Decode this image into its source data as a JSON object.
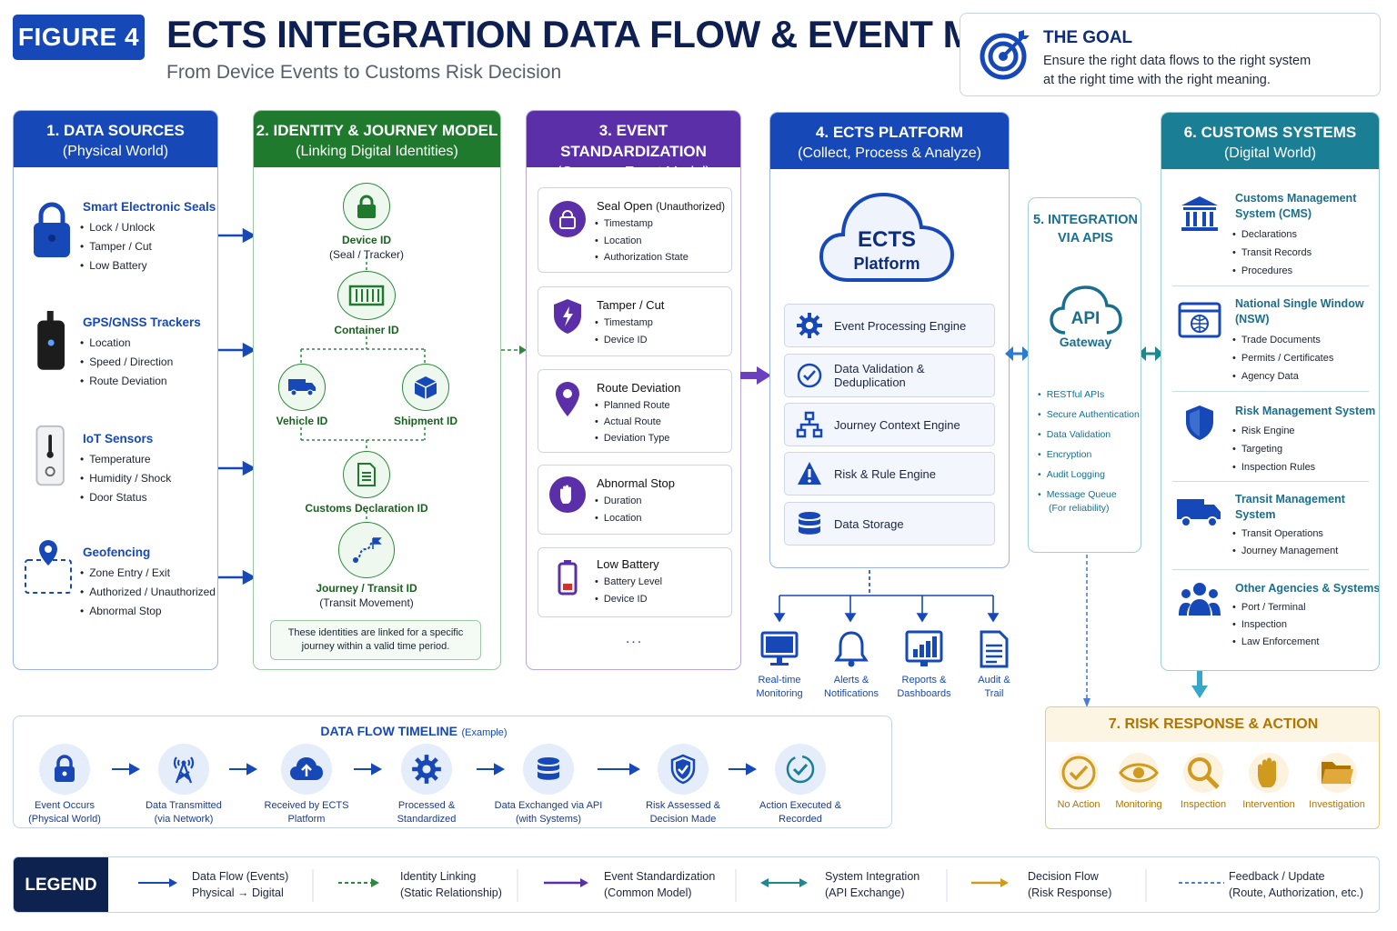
{
  "header": {
    "badge": "FIGURE 4",
    "title": "ECTS INTEGRATION DATA FLOW & EVENT MODEL",
    "subtitle": "From Device Events to Customs Risk Decision"
  },
  "goal": {
    "title": "THE GOAL",
    "line1": "Ensure the right data flows to the right system",
    "line2": "at the right time with the right meaning.",
    "icon": "target-icon"
  },
  "sources": {
    "title": "1. DATA SOURCES",
    "subtitle": "(Physical World)",
    "color": "#1648b8",
    "items": [
      {
        "title": "Smart Electronic Seals",
        "bullets": [
          "Lock / Unlock",
          "Tamper / Cut",
          "Low Battery"
        ],
        "icon": "padlock-icon"
      },
      {
        "title": "GPS/GNSS Trackers",
        "bullets": [
          "Location",
          "Speed / Direction",
          "Route Deviation"
        ],
        "icon": "tracker-icon"
      },
      {
        "title": "IoT Sensors",
        "bullets": [
          "Temperature",
          "Humidity / Shock",
          "Door Status"
        ],
        "icon": "sensor-icon"
      },
      {
        "title": "Geofencing",
        "bullets": [
          "Zone Entry / Exit",
          "Authorized / Unauthorized",
          "Abnormal Stop"
        ],
        "icon": "geofence-icon"
      }
    ]
  },
  "identity": {
    "title": "2. IDENTITY & JOURNEY MODEL",
    "subtitle": "(Linking Digital Identities)",
    "color": "#1f7a2e",
    "device": {
      "label": "Device ID",
      "sub": "(Seal / Tracker)"
    },
    "container": {
      "label": "Container ID"
    },
    "vehicle": {
      "label": "Vehicle ID"
    },
    "shipment": {
      "label": "Shipment ID"
    },
    "declaration": {
      "label": "Customs Declaration ID"
    },
    "journey": {
      "label": "Journey / Transit ID",
      "sub": "(Transit Movement)"
    },
    "note": "These identities are linked for a specific journey within a valid time period."
  },
  "events": {
    "title": "3. EVENT STANDARDIZATION",
    "subtitle": "(Common Event Model)",
    "color": "#5b2fa8",
    "cards": [
      {
        "title": "Seal Open",
        "qualifier": "(Unauthorized)",
        "fields": [
          "Timestamp",
          "Location",
          "Authorization State"
        ],
        "icon": "padlock-icon"
      },
      {
        "title": "Tamper / Cut",
        "qualifier": "",
        "fields": [
          "Timestamp",
          "Device ID"
        ],
        "icon": "shield-bolt-icon"
      },
      {
        "title": "Route Deviation",
        "qualifier": "",
        "fields": [
          "Planned Route",
          "Actual Route",
          "Deviation Type"
        ],
        "icon": "map-pin-icon"
      },
      {
        "title": "Abnormal Stop",
        "qualifier": "",
        "fields": [
          "Duration",
          "Location"
        ],
        "icon": "hand-stop-icon"
      },
      {
        "title": "Low Battery",
        "qualifier": "",
        "fields": [
          "Battery Level",
          "Device ID"
        ],
        "icon": "battery-icon"
      }
    ],
    "more": "..."
  },
  "platform": {
    "title": "4. ECTS PLATFORM",
    "subtitle": "(Collect, Process & Analyze)",
    "color": "#1648b8",
    "cloud_l1": "ECTS",
    "cloud_l2": "Platform",
    "engines": [
      "Event Processing Engine",
      "Data Validation & Deduplication",
      "Journey Context Engine",
      "Risk & Rule Engine",
      "Data Storage"
    ],
    "outputs": [
      {
        "l1": "Real-time",
        "l2": "Monitoring",
        "icon": "monitor-icon"
      },
      {
        "l1": "Alerts &",
        "l2": "Notifications",
        "icon": "bell-icon"
      },
      {
        "l1": "Reports &",
        "l2": "Dashboards",
        "icon": "chart-icon"
      },
      {
        "l1": "Audit &",
        "l2": "Trail",
        "icon": "document-icon"
      }
    ]
  },
  "integration": {
    "title_l1": "5. INTEGRATION",
    "title_l2": "VIA APIS",
    "cloud": "API",
    "gateway": "Gateway",
    "features": [
      "RESTful APIs",
      "Secure Authentication",
      "Data Validation",
      "Encryption",
      "Audit Logging",
      "Message Queue"
    ],
    "queue_note": "(For reliability)"
  },
  "customs": {
    "title": "6. CUSTOMS SYSTEMS",
    "subtitle": "(Digital World)",
    "color": "#1a7f95",
    "items": [
      {
        "title": "Customs Management System (CMS)",
        "bullets": [
          "Declarations",
          "Transit Records",
          "Procedures"
        ],
        "icon": "building-icon"
      },
      {
        "title": "National Single Window (NSW)",
        "bullets": [
          "Trade Documents",
          "Permits / Certificates",
          "Agency Data"
        ],
        "icon": "globe-window-icon"
      },
      {
        "title": "Risk Management System",
        "bullets": [
          "Risk Engine",
          "Targeting",
          "Inspection Rules"
        ],
        "icon": "shield-icon"
      },
      {
        "title": "Transit Management System",
        "bullets": [
          "Transit Operations",
          "Journey Management"
        ],
        "icon": "truck-icon"
      },
      {
        "title": "Other Agencies & Systems",
        "bullets": [
          "Port / Terminal",
          "Inspection",
          "Law Enforcement"
        ],
        "icon": "people-icon"
      }
    ]
  },
  "risk": {
    "title": "7. RISK RESPONSE & ACTION",
    "color": "#b07400",
    "actions": [
      {
        "label": "No Action",
        "icon": "check-icon"
      },
      {
        "label": "Monitoring",
        "icon": "eye-icon"
      },
      {
        "label": "Inspection",
        "icon": "magnifier-icon"
      },
      {
        "label": "Intervention",
        "icon": "hand-icon"
      },
      {
        "label": "Investigation",
        "icon": "folder-icon"
      }
    ]
  },
  "timeline": {
    "title": "DATA FLOW TIMELINE",
    "title_note": "(Example)",
    "steps": [
      {
        "l1": "Event Occurs",
        "l2": "(Physical World)",
        "icon": "padlock-icon"
      },
      {
        "l1": "Data Transmitted",
        "l2": "(via Network)",
        "icon": "antenna-icon"
      },
      {
        "l1": "Received by ECTS",
        "l2": "Platform",
        "icon": "cloud-upload-icon"
      },
      {
        "l1": "Processed &",
        "l2": "Standardized",
        "icon": "gear-icon"
      },
      {
        "l1": "Data Exchanged via API",
        "l2": "(with Systems)",
        "icon": "database-icon"
      },
      {
        "l1": "Risk Assessed &",
        "l2": "Decision Made",
        "icon": "shield-check-icon"
      },
      {
        "l1": "Action Executed &",
        "l2": "Recorded",
        "icon": "check-circle-icon"
      }
    ]
  },
  "legend": {
    "title": "LEGEND",
    "items": [
      {
        "l1": "Data Flow (Events)",
        "l2": "Physical → Digital",
        "color": "#1648b8"
      },
      {
        "l1": "Identity Linking",
        "l2": "(Static Relationship)",
        "color": "#2c8a3d"
      },
      {
        "l1": "Event Standardization",
        "l2": "(Common Model)",
        "color": "#5b2fa8"
      },
      {
        "l1": "System Integration",
        "l2": "(API Exchange)",
        "color": "#1a8a8f"
      },
      {
        "l1": "Decision Flow",
        "l2": "(Risk Response)",
        "color": "#d09a1f"
      },
      {
        "l1": "Feedback / Update",
        "l2": "(Route, Authorization, etc.)",
        "color": "#4a7fd0"
      }
    ]
  }
}
